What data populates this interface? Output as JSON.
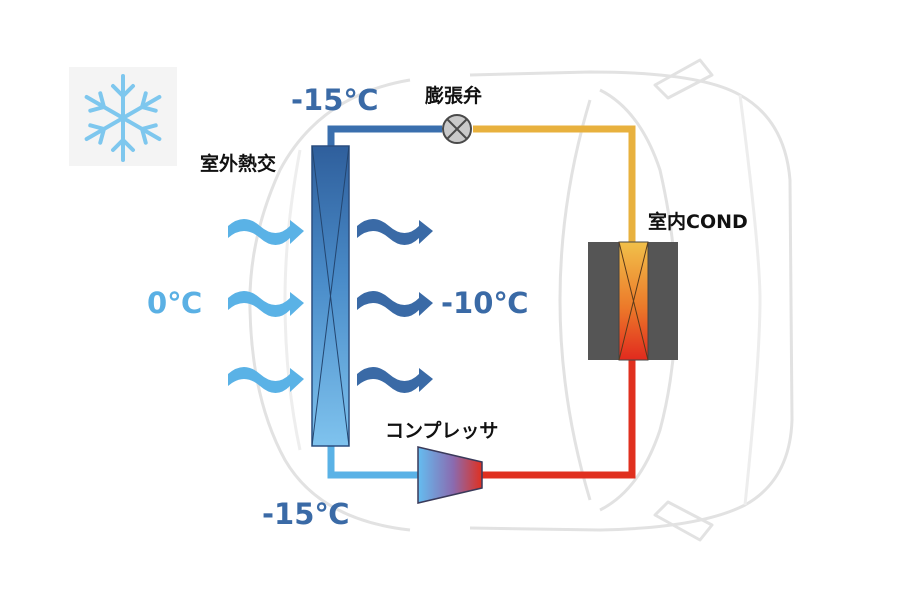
{
  "labels": {
    "outdoor_hex": "室外熱交",
    "expansion_valve": "膨張弁",
    "indoor_cond": "室内COND",
    "compressor": "コンプレッサ"
  },
  "temperatures": {
    "top_pipe": "-15℃",
    "bottom_pipe": "-15℃",
    "inlet_air": "0℃",
    "outlet_air": "-10℃"
  },
  "icons": {
    "mode": "snowflake-icon"
  },
  "colors": {
    "cold_dark": "#3a6fae",
    "cold_light": "#5ab2e6",
    "warm": "#e8b13e",
    "hot": "#e0301f",
    "text_blue_dark": "#3a6aa6",
    "text_blue_light": "#5ab0e4"
  }
}
